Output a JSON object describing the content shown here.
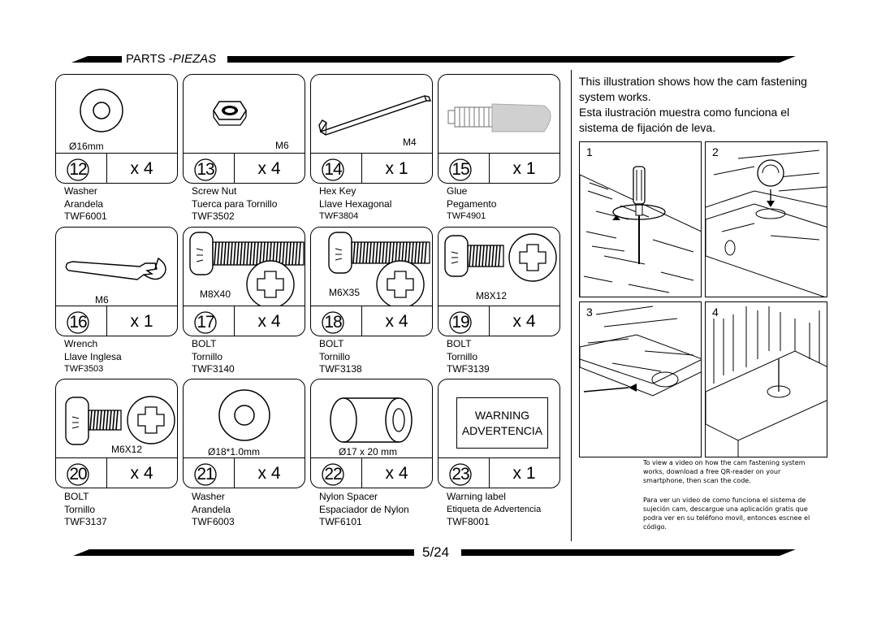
{
  "section_title": {
    "en": "PARTS -",
    "es": "PIEZAS"
  },
  "parts": [
    {
      "num": "12",
      "qty": "x 4",
      "size": "Ø16mm",
      "lines": [
        "Washer",
        "Arandela",
        "TWF6001"
      ],
      "icon": "washer-icon"
    },
    {
      "num": "13",
      "qty": "x 4",
      "size": "M6",
      "lines": [
        "Screw Nut",
        "Tuerca para Tornillo",
        "TWF3502"
      ],
      "icon": "hex-nut-icon"
    },
    {
      "num": "14",
      "qty": "x 1",
      "size": "M4",
      "lines": [
        "Hex Key",
        "Llave Hexagonal",
        "TWF3804"
      ],
      "icon": "hex-key-icon"
    },
    {
      "num": "15",
      "qty": "x 1",
      "size": "",
      "lines": [
        "Glue",
        "Pegamento",
        "TWF4901"
      ],
      "icon": "glue-bottle-icon"
    },
    {
      "num": "16",
      "qty": "x 1",
      "size": "M6",
      "lines": [
        "Wrench",
        "Llave Inglesa",
        "TWF3503"
      ],
      "icon": "wrench-icon"
    },
    {
      "num": "17",
      "qty": "x 4",
      "size": "M8X40",
      "lines": [
        "BOLT",
        "Tornillo",
        "TWF3140"
      ],
      "icon": "bolt-icon"
    },
    {
      "num": "18",
      "qty": "x 4",
      "size": "M6X35",
      "lines": [
        "BOLT",
        "Tornillo",
        "TWF3138"
      ],
      "icon": "bolt-icon"
    },
    {
      "num": "19",
      "qty": "x 4",
      "size": "M8X12",
      "lines": [
        "BOLT",
        "Tornillo",
        "TWF3139"
      ],
      "icon": "bolt-icon"
    },
    {
      "num": "20",
      "qty": "x 4",
      "size": "M6X12",
      "lines": [
        "BOLT",
        "Tornillo",
        "TWF3137"
      ],
      "icon": "bolt-icon"
    },
    {
      "num": "21",
      "qty": "x 4",
      "size": "Ø18*1.0mm",
      "lines": [
        "Washer",
        "Arandela",
        "TWF6003"
      ],
      "icon": "washer-icon"
    },
    {
      "num": "22",
      "qty": "x 4",
      "size": "Ø17 x 20 mm",
      "lines": [
        "Nylon Spacer",
        "Espaciador de Nylon",
        "TWF6101"
      ],
      "icon": "spacer-icon"
    },
    {
      "num": "23",
      "qty": "x 1",
      "size": "",
      "lines": [
        "Warning label",
        "Etiqueta de Advertencia",
        "TWF8001"
      ],
      "icon": "warning-label-icon"
    }
  ],
  "warning_label": {
    "line1": "WARNING",
    "line2": "ADVERTENCIA"
  },
  "intro": {
    "en": "This illustration shows how the cam fastening system works.",
    "es": "Esta ilustración muestra como funciona el sistema de fijación de leva."
  },
  "steps": [
    "1",
    "2",
    "3",
    "4"
  ],
  "qr_note": {
    "en": "To view a video on how the cam fastening system works, download a free QR-reader on your smartphone, then scan the code.",
    "es": "Para ver un video de como funciona el sistema de sujeción cam, descargue una aplicación gratis que podra ver en su teléfono movil, entonces escnee el código."
  },
  "page": "5/24"
}
